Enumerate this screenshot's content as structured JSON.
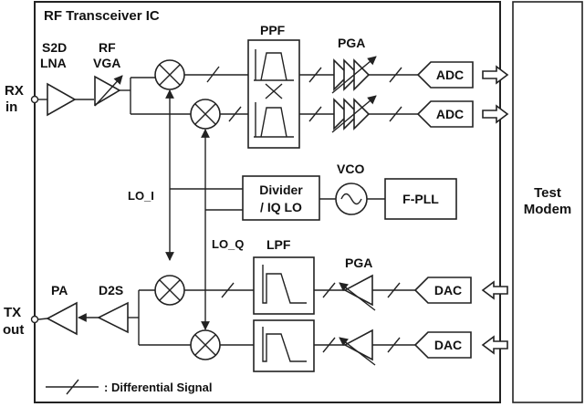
{
  "labels": {
    "ic_title": "RF Transceiver IC",
    "rx_line1": "RX",
    "rx_line2": "in",
    "tx_line1": "TX",
    "tx_line2": "out",
    "s2d_line1": "S2D",
    "s2d_line2": "LNA",
    "rf_line1": "RF",
    "rf_line2": "VGA",
    "ppf": "PPF",
    "pga_rx": "PGA",
    "adc_top": "ADC",
    "adc_bottom": "ADC",
    "lo_i": "LO_I",
    "lo_q": "LO_Q",
    "divider_line1": "Divider",
    "divider_line2": "/ IQ LO",
    "vco": "VCO",
    "fpll": "F-PLL",
    "lpf": "LPF",
    "pga_tx": "PGA",
    "dac_top": "DAC",
    "dac_bottom": "DAC",
    "pa": "PA",
    "d2s": "D2S",
    "modem_line1": "Test",
    "modem_line2": "Modem",
    "legend_text": ": Differential Signal"
  }
}
